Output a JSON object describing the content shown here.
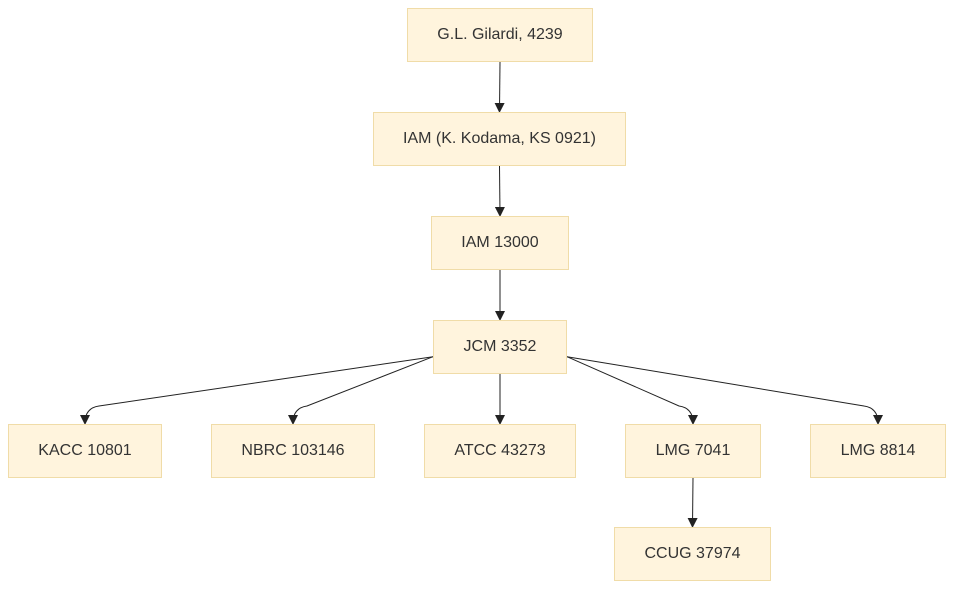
{
  "nodes": {
    "gilardi": "G.L. Gilardi, 4239",
    "iam_kodama": "IAM (K. Kodama, KS 0921)",
    "iam_13000": "IAM 13000",
    "jcm_3352": "JCM 3352",
    "kacc_10801": "KACC 10801",
    "nbrc_103146": "NBRC 103146",
    "atcc_43273": "ATCC 43273",
    "lmg_7041": "LMG 7041",
    "lmg_8814": "LMG 8814",
    "ccug_37974": "CCUG 37974"
  },
  "edges": [
    {
      "from": "gilardi",
      "to": "iam_kodama"
    },
    {
      "from": "iam_kodama",
      "to": "iam_13000"
    },
    {
      "from": "iam_13000",
      "to": "jcm_3352"
    },
    {
      "from": "jcm_3352",
      "to": "kacc_10801"
    },
    {
      "from": "jcm_3352",
      "to": "nbrc_103146"
    },
    {
      "from": "jcm_3352",
      "to": "atcc_43273"
    },
    {
      "from": "jcm_3352",
      "to": "lmg_7041"
    },
    {
      "from": "jcm_3352",
      "to": "lmg_8814"
    },
    {
      "from": "lmg_7041",
      "to": "ccug_37974"
    }
  ],
  "colors": {
    "node_fill": "#fff4dd",
    "node_border": "#f0dca8",
    "edge": "#222222",
    "text": "#333333"
  }
}
